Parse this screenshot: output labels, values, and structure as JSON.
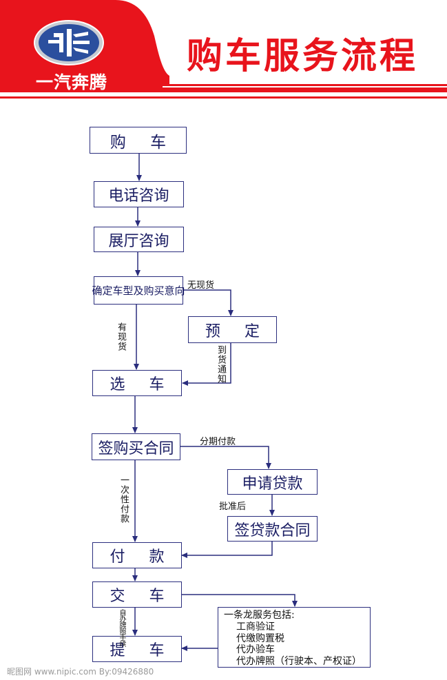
{
  "header": {
    "brand_name": "一汽奔腾",
    "title": "购车服务流程"
  },
  "flow": {
    "buy": "购 车",
    "phone_consult": "电话咨询",
    "showroom_consult": "展厅咨询",
    "confirm_model": "确定车型及购买意向",
    "reserve": "预 定",
    "select_car": "选 车",
    "sign_contract": "签购买合同",
    "apply_loan": "申请贷款",
    "sign_loan_contract": "签贷款合同",
    "payment": "付 款",
    "delivery": "交 车",
    "pickup": "提 车"
  },
  "labels": {
    "no_stock": "无现货",
    "in_stock": "有现货",
    "arrival_notice": "到货通知",
    "installment": "分期付款",
    "full_payment": "一次性付款",
    "after_approval": "批准后",
    "self_plates": "自办牌照手续"
  },
  "service_note": {
    "title": "一条龙服务包括:",
    "items": [
      "工商验证",
      "代缴购置税",
      "代办验车",
      "代办牌照（行驶本、产权证）"
    ]
  },
  "watermark": "昵图网 www.nipic.com  By:09426880",
  "colors": {
    "brand_red": "#e8141c",
    "box_border": "#2a2d7d",
    "box_text": "#1a1d63"
  }
}
